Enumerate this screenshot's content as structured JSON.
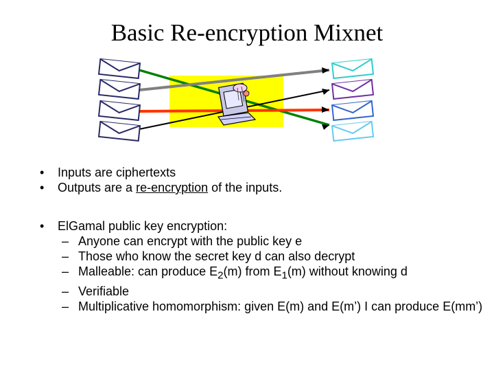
{
  "title": "Basic Re-encryption Mixnet",
  "bullets_top": [
    {
      "text": "Inputs are ciphertexts"
    },
    {
      "pre": "Outputs are a ",
      "underlined": "re-encryption",
      "post": " of the inputs."
    }
  ],
  "elgamal": {
    "heading": "ElGamal public key encryption:",
    "items": [
      "Anyone can encrypt with the public key e",
      "Those who know the secret key d can also decrypt",
      {
        "p1": "Malleable:  can produce E",
        "sub1": "2",
        "p2": "(m) from E",
        "sub2": "1",
        "p3": "(m) without knowing d"
      },
      "Verifiable",
      "Multiplicative homomorphism: given E(m) and E(m’) I can produce E(mm’)"
    ]
  },
  "colors": {
    "mixer_box": "#ffff00",
    "input_envelopes": "#2a2a6a",
    "output_envelopes": [
      "#33cccc",
      "#7030a0",
      "#3366cc",
      "#66ccee"
    ],
    "lines": [
      "#000000",
      "#008000",
      "#ff3300",
      "#808080"
    ]
  },
  "icons": [
    "envelope-icon",
    "mix-server-icon"
  ]
}
